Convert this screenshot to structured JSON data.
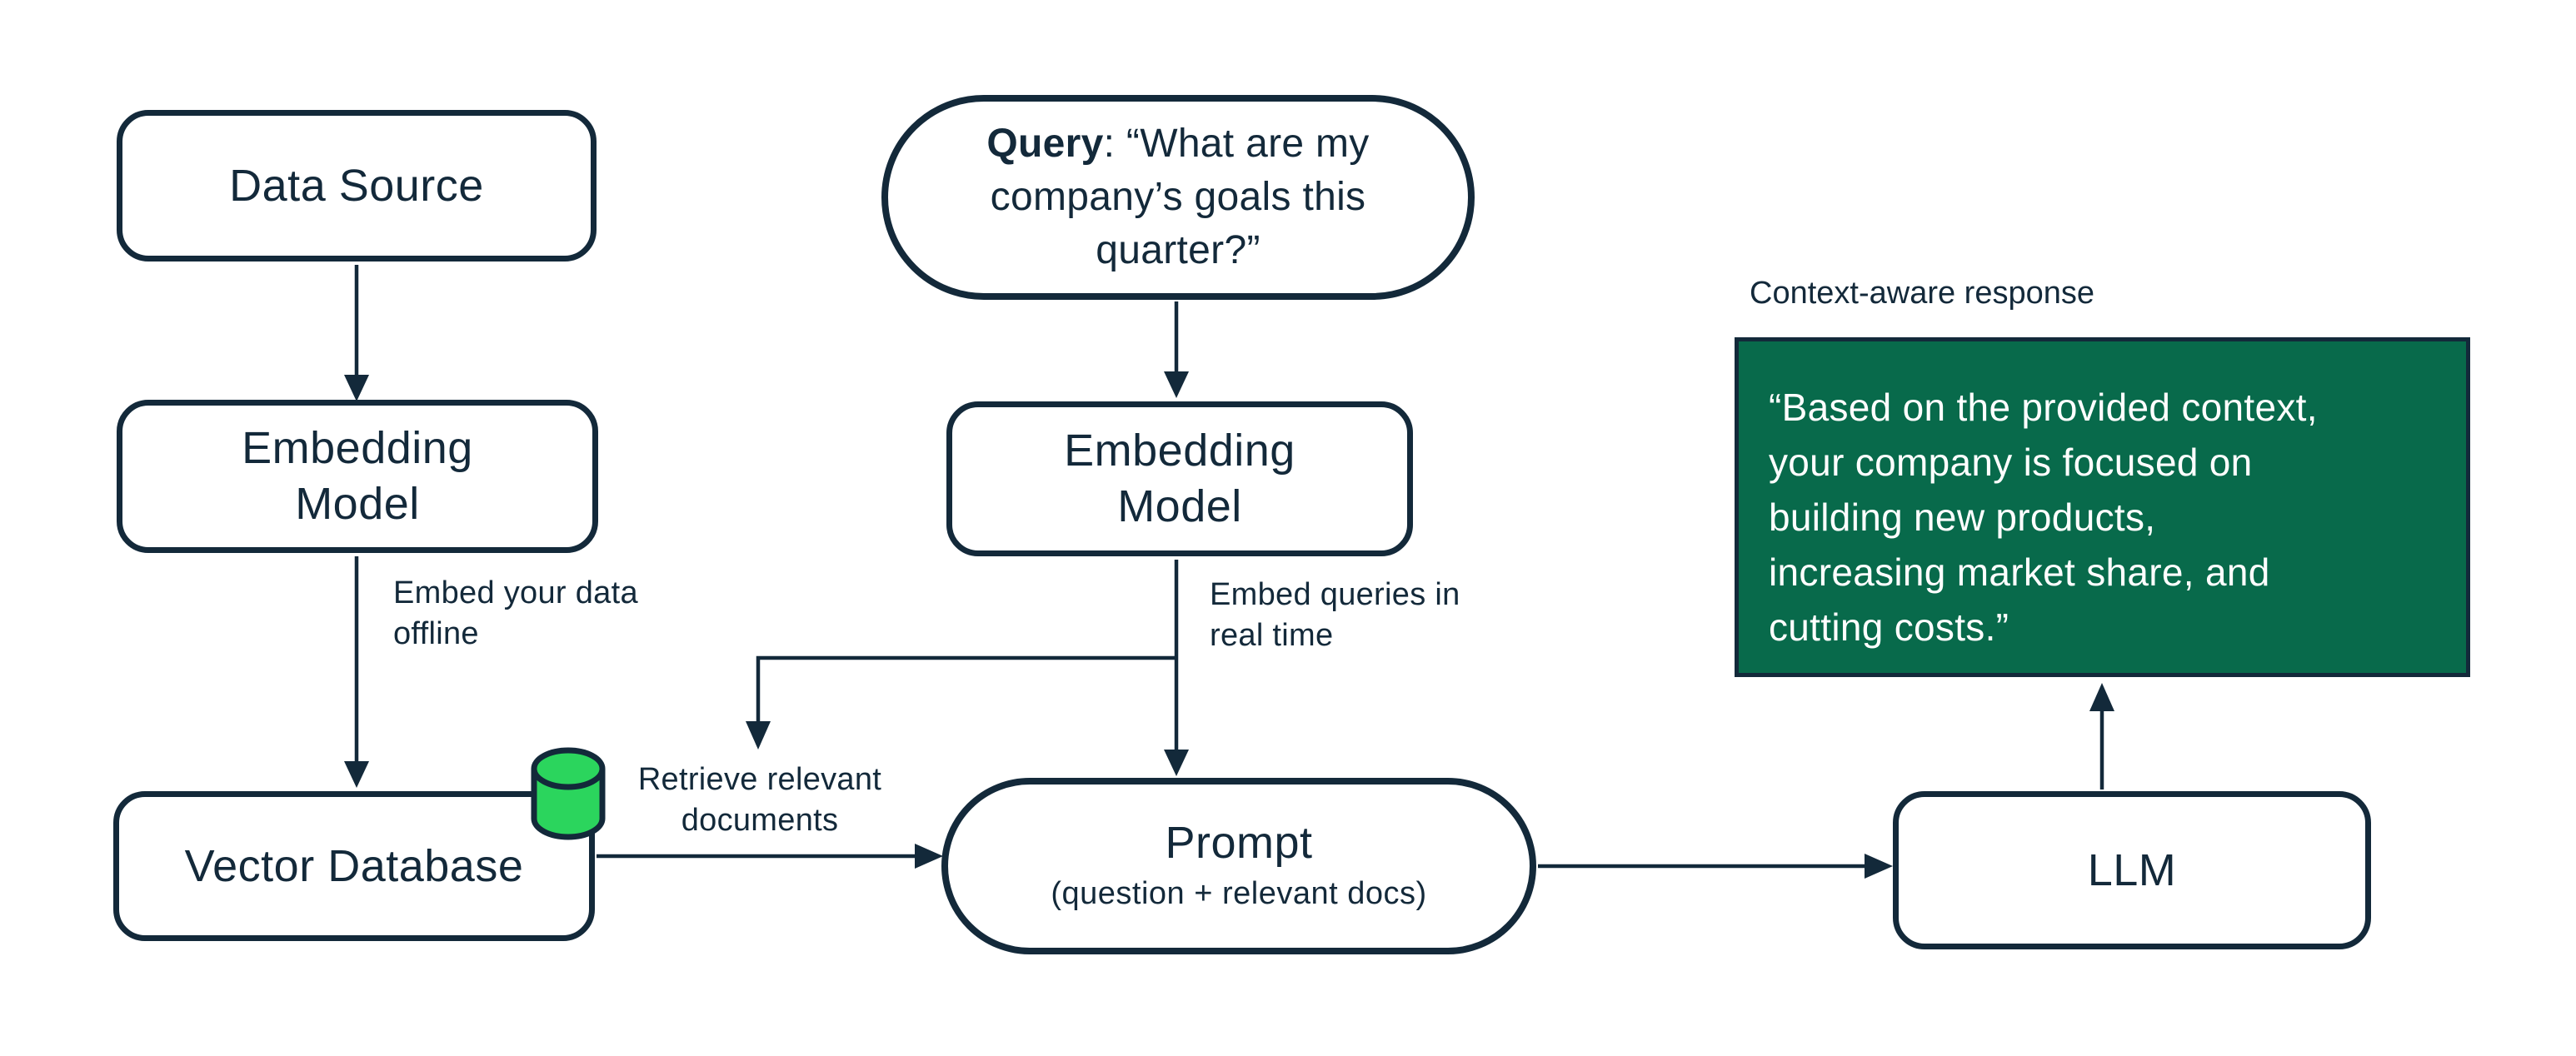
{
  "colors": {
    "ink": "#13293a",
    "background": "#ffffff",
    "cylinder_green": "#2bd55d",
    "response_green": "#086a4b",
    "response_text": "#ffffff"
  },
  "nodes": {
    "data_source": {
      "label": "Data Source"
    },
    "embedding_model_offline": {
      "lines": [
        "Embedding",
        "Model"
      ]
    },
    "vector_database": {
      "label": "Vector Database"
    },
    "query": {
      "bold": "Query",
      "line1_rest": ": “What are my",
      "line2": "company’s goals this",
      "line3": "quarter?”"
    },
    "embedding_model_realtime": {
      "lines": [
        "Embedding",
        "Model"
      ]
    },
    "prompt": {
      "title": "Prompt",
      "subtitle": "(question + relevant docs)"
    },
    "llm": {
      "label": "LLM"
    }
  },
  "edge_labels": {
    "embed_offline": {
      "lines": [
        "Embed your data",
        "offline"
      ]
    },
    "embed_realtime": {
      "lines": [
        "Embed queries in",
        "real time"
      ]
    },
    "retrieve": {
      "lines": [
        "Retrieve relevant",
        "documents"
      ]
    }
  },
  "response": {
    "caption": "Context-aware response",
    "lines": [
      "“Based on the provided context,",
      "your company is focused on",
      "building new products,",
      "increasing market share, and",
      "cutting costs.”"
    ]
  },
  "icons": {
    "vector_database_marker": "database-cylinder-icon"
  }
}
